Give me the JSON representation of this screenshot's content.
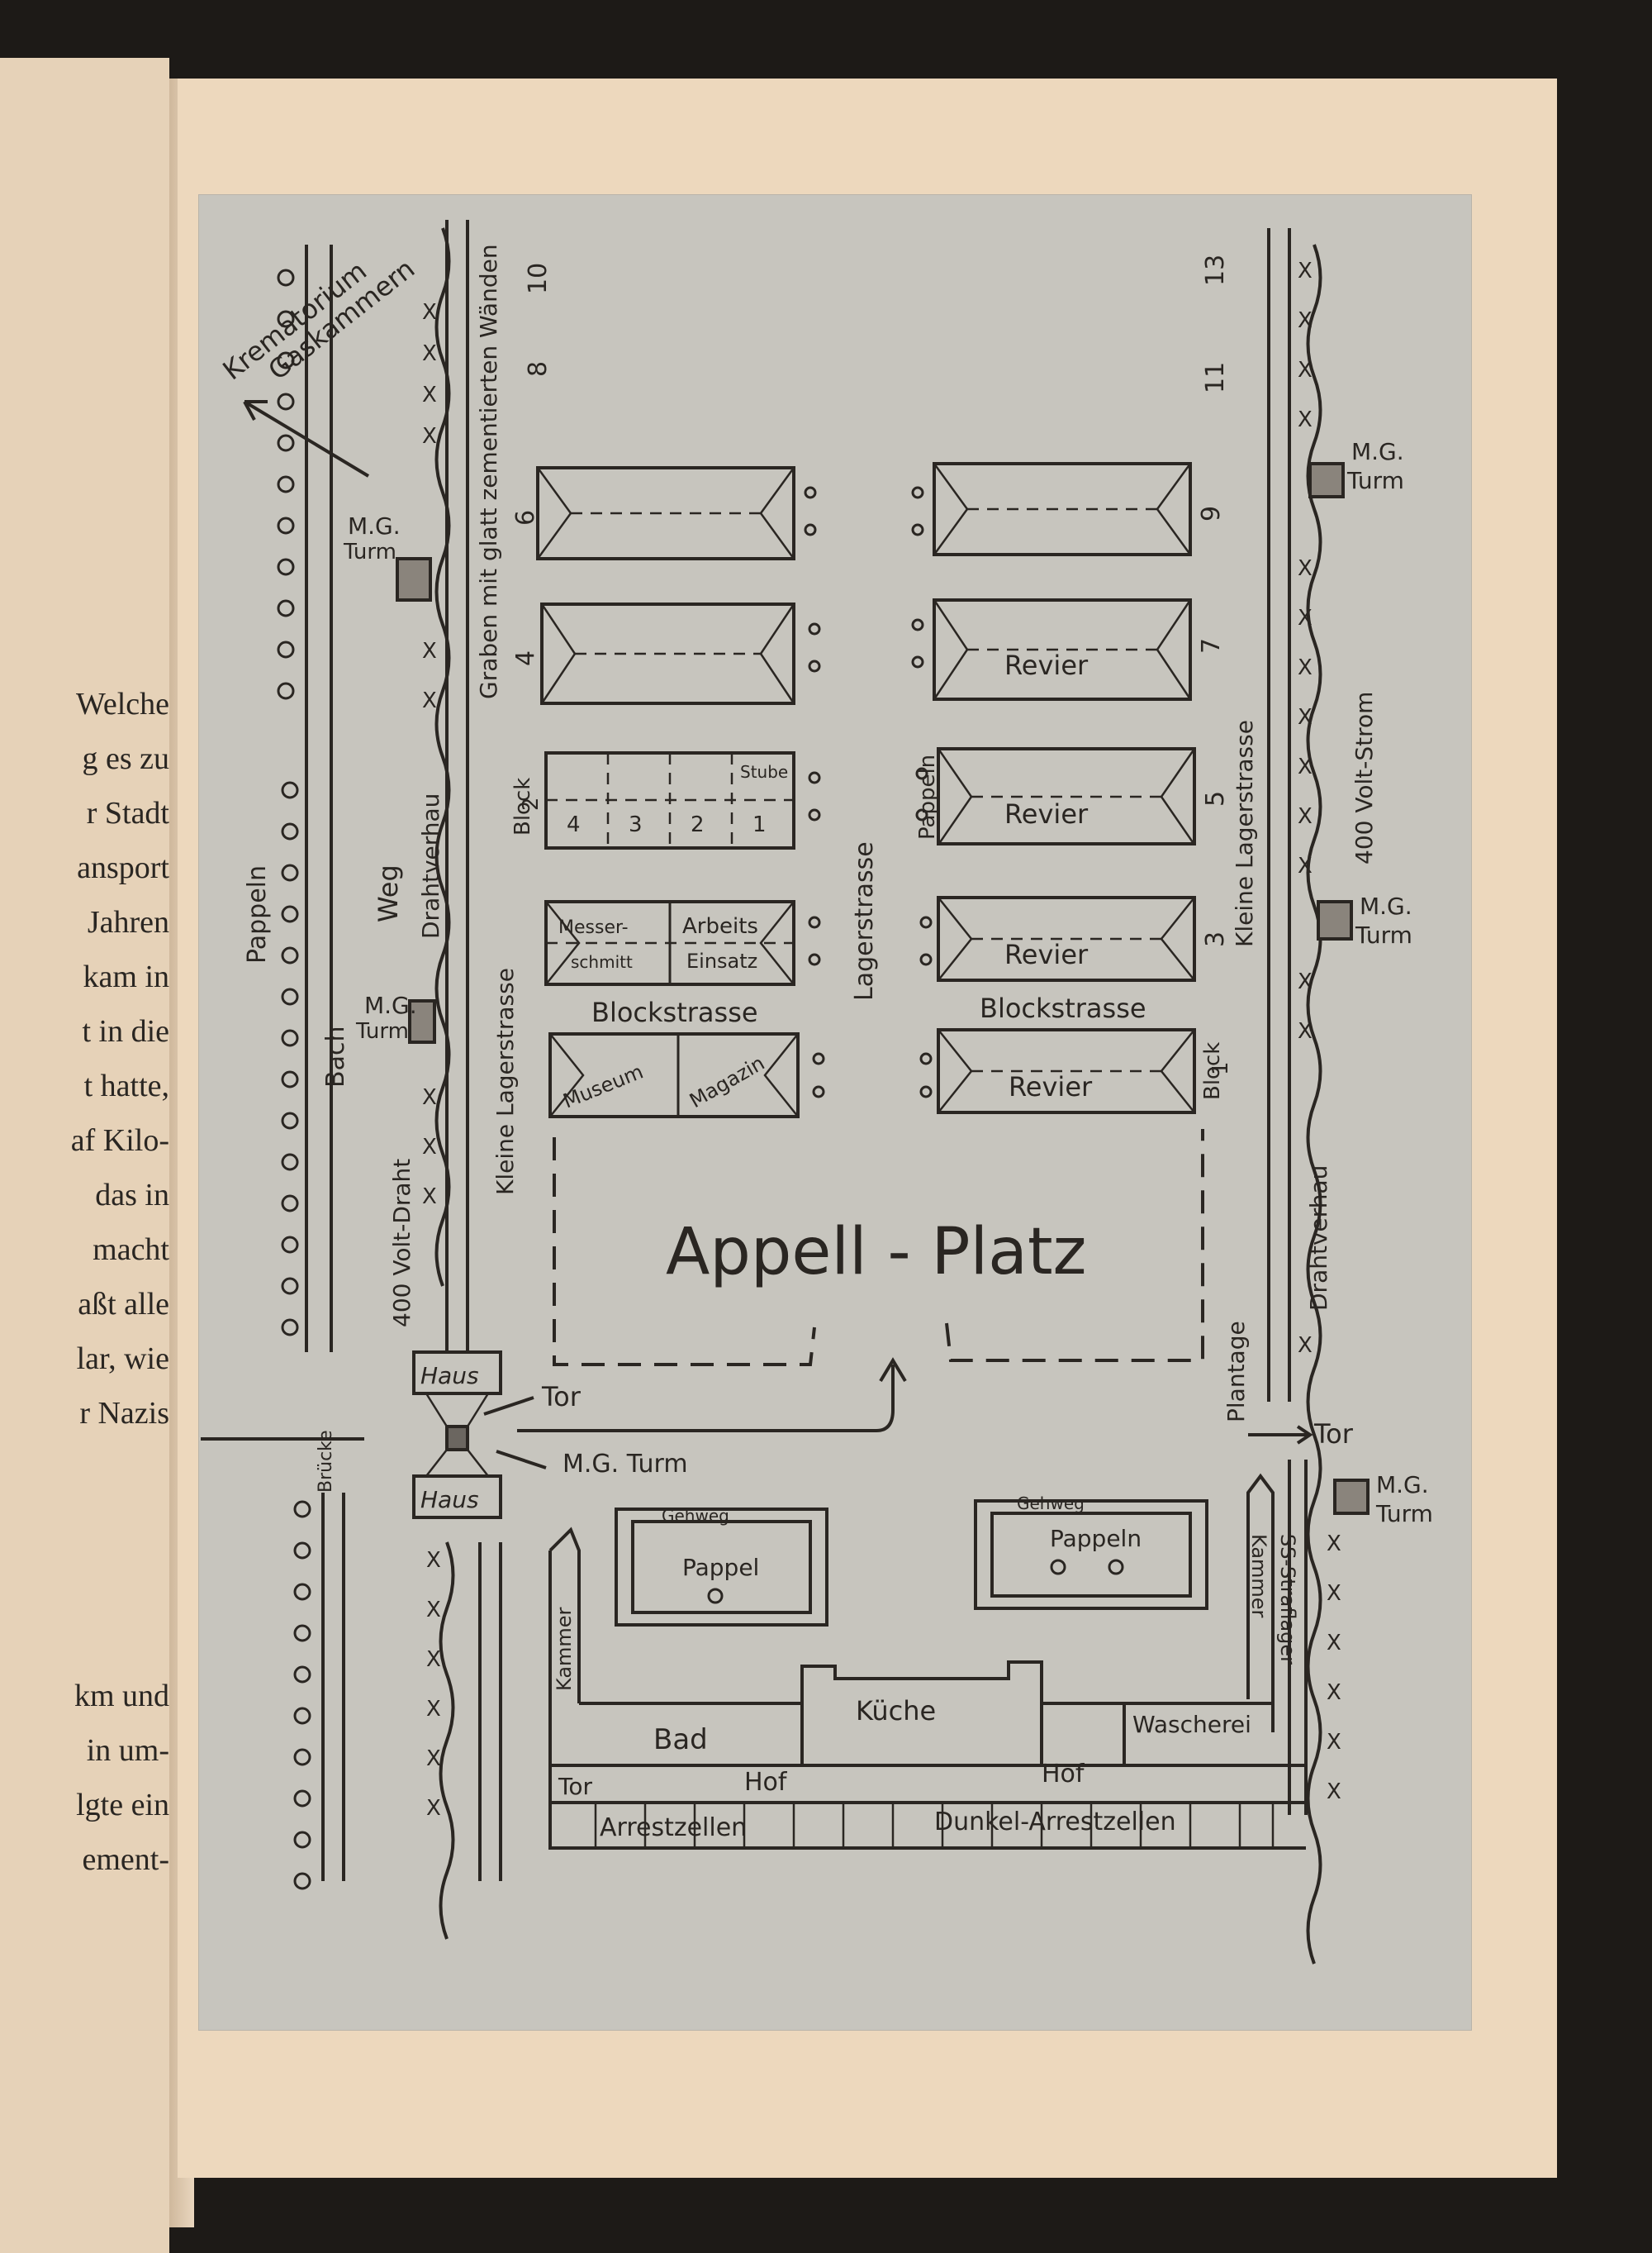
{
  "left_page": {
    "lines": [
      "Welche",
      "g es zu",
      "r Stadt",
      "ansport",
      "Jahren",
      "kam in",
      "t in die",
      "t hatte,",
      "af Kilo-",
      "das in",
      "macht",
      "aßt alle",
      "lar, wie",
      "r Nazis",
      "km und",
      "in um-",
      "lgte ein",
      "ement-"
    ]
  },
  "map": {
    "crematorium": "Krematorium",
    "gas_chambers": "Gaskammern",
    "trench": "Graben mit glatt zementierten Wänden",
    "block_numbers_top_left": [
      "10",
      "8",
      "6",
      "4"
    ],
    "block_numbers_top_right": [
      "13",
      "11",
      "9",
      "7",
      "5",
      "3"
    ],
    "mg_tower": "M.G. Turm",
    "mg_tower_upper": "M.G.",
    "turm": "Turm",
    "weg": "Weg",
    "pappeln": "Pappeln",
    "bach": "Bach",
    "bruecke": "Brücke",
    "drahtverhau": "Drahtverhau",
    "draht_400": "400 Volt-Draht",
    "strom_400": "400 Volt-Strom",
    "kleine_lagerstrasse": "Kleine Lagerstrasse",
    "lagerstrasse": "Lagerstrasse",
    "block": "Block",
    "block2_num": "2",
    "block1_num": "1",
    "stube": "Stube",
    "stube_nums": [
      "4",
      "3",
      "2",
      "1"
    ],
    "messerschmitt_a": "Messer-",
    "messerschmitt_b": "schmitt",
    "arbeitseinsatz_a": "Arbeits",
    "arbeitseinsatz_b": "Einsatz",
    "revier": "Revier",
    "blockstrasse": "Blockstrasse",
    "museum": "Museum",
    "magazin": "Magazin",
    "appell_platz": "Appell - Platz",
    "plantage": "Plantage",
    "haus": "Haus",
    "tor": "Tor",
    "gehweg": "Gehweg",
    "pappel": "Pappel",
    "kammer": "Kammer",
    "ss_strafelager": "SS-Straflager",
    "bad": "Bad",
    "kueche": "Küche",
    "wascherei": "Wascherei",
    "hof": "Hof",
    "arrestzellen": "Arrestzellen",
    "dunkel_arrestzellen": "Dunkel-Arrestzellen"
  }
}
